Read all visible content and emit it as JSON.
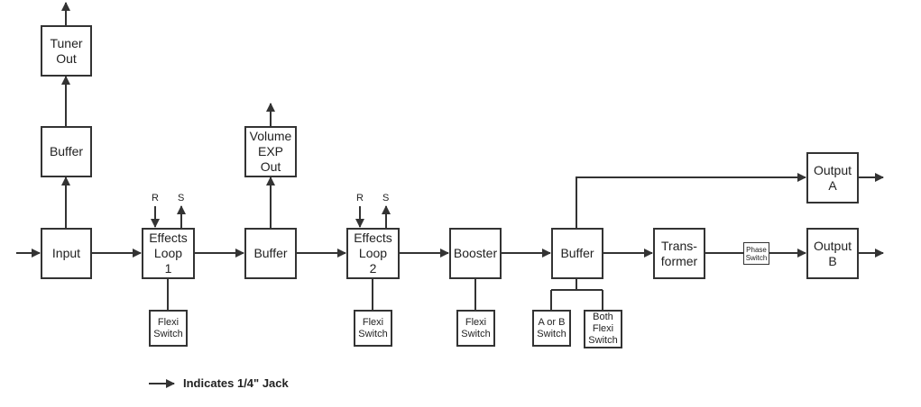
{
  "blocks": {
    "tuner_out": "Tuner\nOut",
    "buffer_tuner": "Buffer",
    "input": "Input",
    "effects_loop_1": "Effects\nLoop\n1",
    "buffer_volume": "Buffer",
    "volume_exp_out": "Volume\nEXP Out",
    "effects_loop_2": "Effects\nLoop\n2",
    "booster": "Booster",
    "buffer_main": "Buffer",
    "transformer": "Trans-\nformer",
    "phase_switch": "Phase\nSwitch",
    "output_a": "Output\nA",
    "output_b": "Output\nB",
    "flexi_switch_1": "Flexi\nSwitch",
    "flexi_switch_2": "Flexi\nSwitch",
    "flexi_switch_3": "Flexi\nSwitch",
    "a_or_b_switch": "A or B\nSwitch",
    "both_flexi_switch": "Both\nFlexi\nSwitch"
  },
  "loop_jacks": {
    "return_label": "R",
    "send_label": "S"
  },
  "legend": {
    "text": "Indicates 1/4\" Jack"
  },
  "line_color": "#333333"
}
